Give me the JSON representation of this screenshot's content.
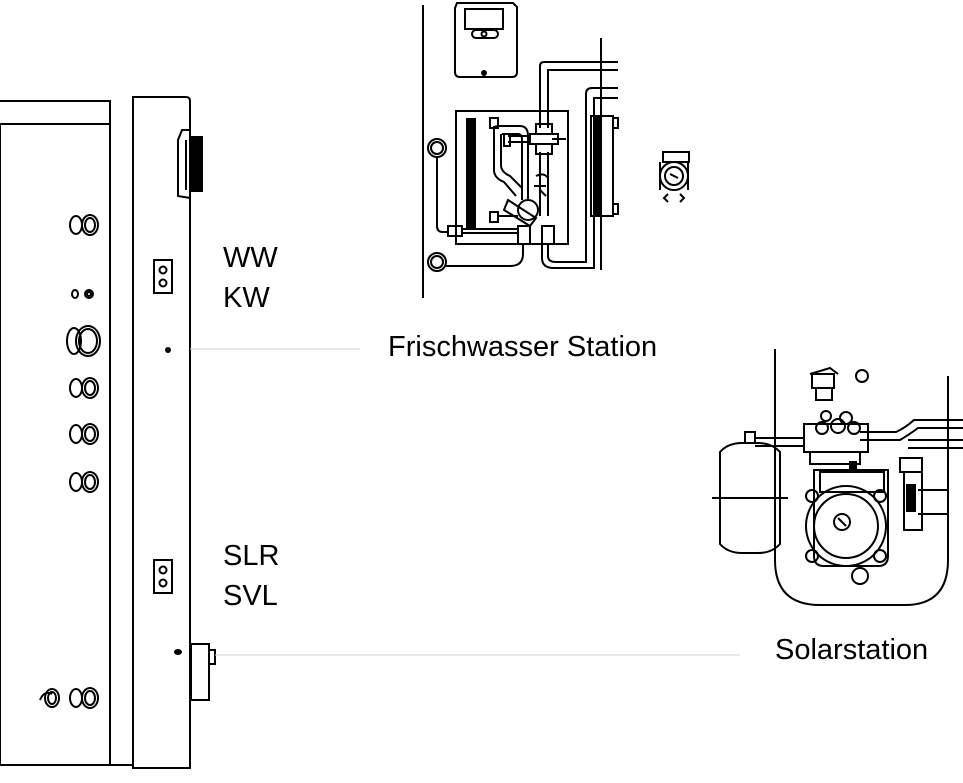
{
  "diagram": {
    "connections": {
      "upper_pair": {
        "hot_water": "WW",
        "cold_water": "KW"
      },
      "lower_pair": {
        "solar_return": "SLR",
        "solar_supply": "SVL"
      }
    },
    "stations": {
      "fresh_water": "Frischwasser Station",
      "solar": "Solarstation"
    }
  },
  "colors": {
    "line": "#000000",
    "leader": "#d0d0d0",
    "background": "#ffffff"
  }
}
